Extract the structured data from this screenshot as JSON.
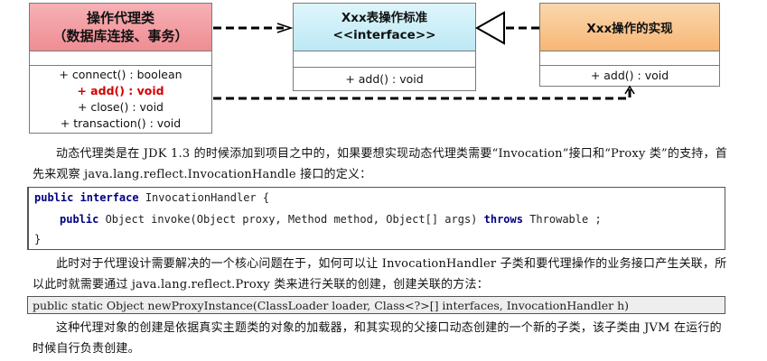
{
  "diagram": {
    "proxy_class": {
      "title_line1": "操作代理类",
      "title_line2": "（数据库连接、事务）",
      "methods": [
        "+ connect() : boolean",
        "+ add() : void",
        "+ close() : void",
        "+ transaction() : void"
      ]
    },
    "interface": {
      "title": "Xxx表操作标准",
      "stereotype": "<<interface>>",
      "methods": [
        "+ add() : void"
      ]
    },
    "impl_class": {
      "title": "Xxx操作的实现",
      "methods": [
        "+ add() : void"
      ]
    },
    "colors": {
      "proxy_header": "#ef8d93",
      "interface_header": "#bce9f5",
      "impl_header": "#f7b776",
      "highlight_method": "#d40000"
    }
  },
  "text": {
    "para1": "动态代理类是在 JDK 1.3 的时候添加到项目之中的，如果要想实现动态代理类需要“Invocation”接口和“Proxy 类”的支持，首先来观察 java.lang.reflect.InvocationHandle 接口的定义：",
    "para2": "此时对于代理设计需要解决的一个核心问题在于，如何可以让 InvocationHandler 子类和要代理操作的业务接口产生关联，所以此时就需要通过 java.lang.reflect.Proxy 类来进行关联的创建，创建关联的方法：",
    "para3": "这种代理对象的创建是依据真实主题类的对象的加载器，和其实现的父接口动态创建的一个新的子类，该子类由 JVM 在运行的时候自行负责创建。"
  },
  "code1": {
    "line1_kw": "public interface",
    "line1_rest": " InvocationHandler {",
    "line2_kw1": "public",
    "line2_mid": " Object invoke(Object proxy, Method method, Object[] args) ",
    "line2_kw2": "throws",
    "line2_rest": " Throwable ;",
    "line3": "}"
  },
  "code2": "public static Object newProxyInstance(ClassLoader loader, Class<?>[] interfaces, InvocationHandler h)"
}
